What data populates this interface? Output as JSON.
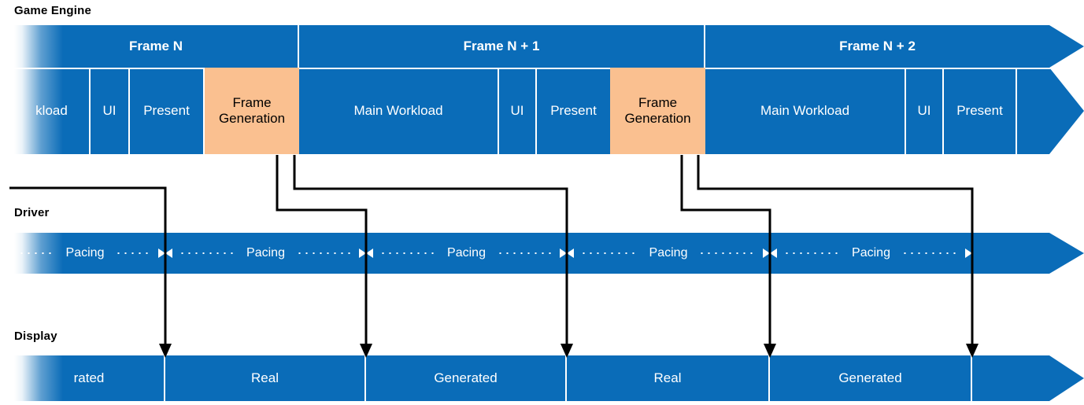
{
  "diagram": {
    "title_rows": {
      "game_engine": "Game Engine",
      "driver": "Driver",
      "display": "Display"
    },
    "colors": {
      "band_blue": "#0A6CB8",
      "frame_generation_orange": "#FAC090",
      "connector_black": "#000000",
      "text_on_blue": "#FFFFFF",
      "text_on_orange": "#000000"
    },
    "game_engine": {
      "frames": [
        {
          "label": "Frame N"
        },
        {
          "label": "Frame N + 1"
        },
        {
          "label": "Frame N + 2"
        }
      ],
      "stages": [
        {
          "label": "kload",
          "kind": "workload",
          "truncated": true
        },
        {
          "label": "UI",
          "kind": "ui"
        },
        {
          "label": "Present",
          "kind": "present"
        },
        {
          "label": "Frame Generation",
          "kind": "frame-generation"
        },
        {
          "label": "Main Workload",
          "kind": "workload"
        },
        {
          "label": "UI",
          "kind": "ui"
        },
        {
          "label": "Present",
          "kind": "present"
        },
        {
          "label": "Frame Generation",
          "kind": "frame-generation"
        },
        {
          "label": "Main Workload",
          "kind": "workload"
        },
        {
          "label": "UI",
          "kind": "ui"
        },
        {
          "label": "Present",
          "kind": "present"
        }
      ]
    },
    "driver": {
      "segments": [
        {
          "label": "Pacing"
        },
        {
          "label": "Pacing"
        },
        {
          "label": "Pacing"
        },
        {
          "label": "Pacing"
        },
        {
          "label": "Pacing"
        }
      ]
    },
    "display": {
      "frames": [
        {
          "label": "rated",
          "kind": "generated",
          "truncated": true
        },
        {
          "label": "Real",
          "kind": "real"
        },
        {
          "label": "Generated",
          "kind": "generated"
        },
        {
          "label": "Real",
          "kind": "real"
        },
        {
          "label": "Generated",
          "kind": "generated"
        }
      ]
    }
  }
}
